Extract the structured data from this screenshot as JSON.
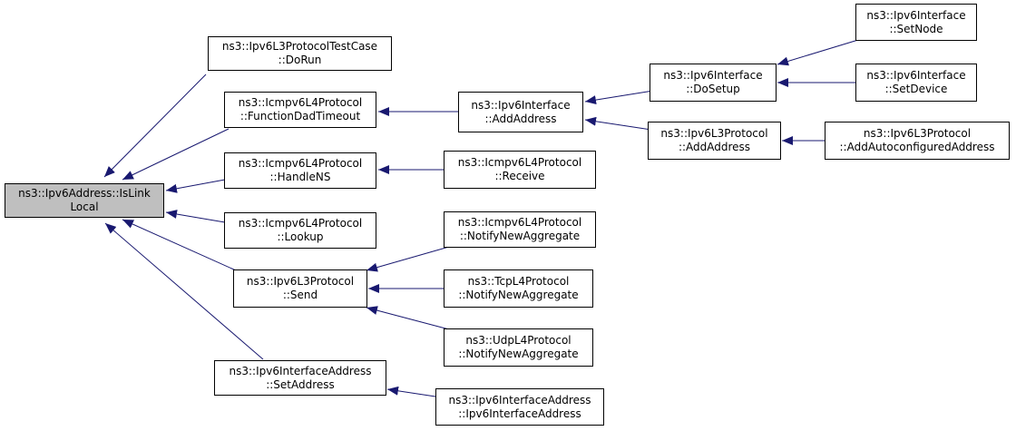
{
  "colors": {
    "edge": "#191970",
    "root_fill": "#bfbfbf",
    "node_fill": "#ffffff",
    "border": "#000000"
  },
  "nodes": {
    "root": {
      "line1": "ns3::Ipv6Address::IsLink",
      "line2": "Local"
    },
    "test_do_run": {
      "line1": "ns3::Ipv6L3ProtocolTestCase",
      "line2": "::DoRun"
    },
    "icmp_dad_timeout": {
      "line1": "ns3::Icmpv6L4Protocol",
      "line2": "::FunctionDadTimeout"
    },
    "icmp_handle_ns": {
      "line1": "ns3::Icmpv6L4Protocol",
      "line2": "::HandleNS"
    },
    "icmp_lookup": {
      "line1": "ns3::Icmpv6L4Protocol",
      "line2": "::Lookup"
    },
    "l3_send": {
      "line1": "ns3::Ipv6L3Protocol",
      "line2": "::Send"
    },
    "ifaddr_set_address": {
      "line1": "ns3::Ipv6InterfaceAddress",
      "line2": "::SetAddress"
    },
    "iface_add_address": {
      "line1": "ns3::Ipv6Interface",
      "line2": "::AddAddress"
    },
    "icmp_receive": {
      "line1": "ns3::Icmpv6L4Protocol",
      "line2": "::Receive"
    },
    "icmp_notify": {
      "line1": "ns3::Icmpv6L4Protocol",
      "line2": "::NotifyNewAggregate"
    },
    "tcp_notify": {
      "line1": "ns3::TcpL4Protocol",
      "line2": "::NotifyNewAggregate"
    },
    "udp_notify": {
      "line1": "ns3::UdpL4Protocol",
      "line2": "::NotifyNewAggregate"
    },
    "ifaddr_ctor": {
      "line1": "ns3::Ipv6InterfaceAddress",
      "line2": "::Ipv6InterfaceAddress"
    },
    "iface_do_setup": {
      "line1": "ns3::Ipv6Interface",
      "line2": "::DoSetup"
    },
    "l3_add_address": {
      "line1": "ns3::Ipv6L3Protocol",
      "line2": "::AddAddress"
    },
    "iface_set_node": {
      "line1": "ns3::Ipv6Interface",
      "line2": "::SetNode"
    },
    "iface_set_device": {
      "line1": "ns3::Ipv6Interface",
      "line2": "::SetDevice"
    },
    "l3_add_autoconf": {
      "line1": "ns3::Ipv6L3Protocol",
      "line2": "::AddAutoconfiguredAddress"
    }
  },
  "edges": [
    {
      "from": "test_do_run",
      "to": "root"
    },
    {
      "from": "icmp_dad_timeout",
      "to": "root"
    },
    {
      "from": "icmp_handle_ns",
      "to": "root"
    },
    {
      "from": "icmp_lookup",
      "to": "root"
    },
    {
      "from": "l3_send",
      "to": "root"
    },
    {
      "from": "ifaddr_set_address",
      "to": "root"
    },
    {
      "from": "iface_add_address",
      "to": "icmp_dad_timeout"
    },
    {
      "from": "icmp_receive",
      "to": "icmp_handle_ns"
    },
    {
      "from": "icmp_notify",
      "to": "l3_send"
    },
    {
      "from": "tcp_notify",
      "to": "l3_send"
    },
    {
      "from": "udp_notify",
      "to": "l3_send"
    },
    {
      "from": "ifaddr_ctor",
      "to": "ifaddr_set_address"
    },
    {
      "from": "iface_do_setup",
      "to": "iface_add_address"
    },
    {
      "from": "l3_add_address",
      "to": "iface_add_address"
    },
    {
      "from": "iface_set_node",
      "to": "iface_do_setup"
    },
    {
      "from": "iface_set_device",
      "to": "iface_do_setup"
    },
    {
      "from": "l3_add_autoconf",
      "to": "l3_add_address"
    }
  ]
}
